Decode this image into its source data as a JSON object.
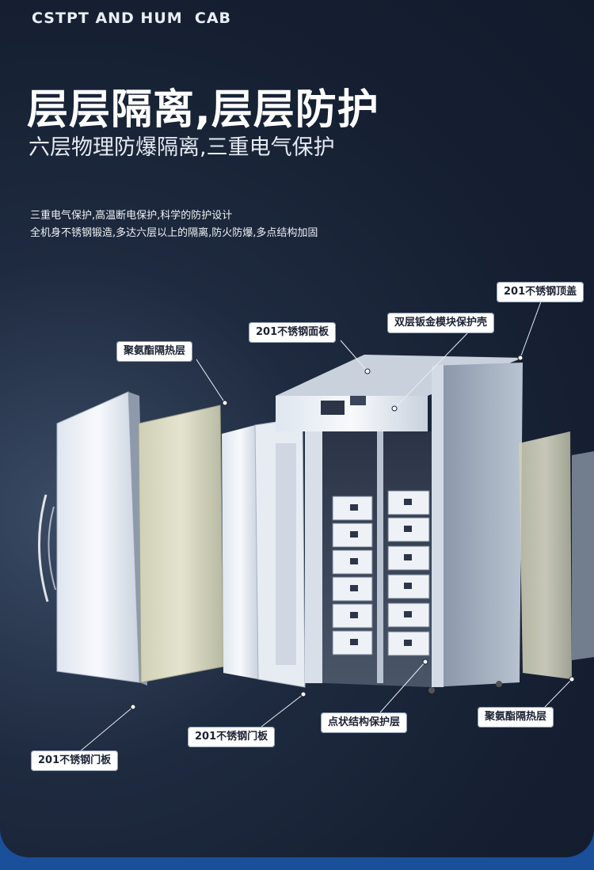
{
  "brand": "CSTPT AND HUM  CAB",
  "headline": "层层隔离,层层防护",
  "subheadline": "六层物理防爆隔离,三重电气保护",
  "description": [
    "三重电气保护,高温断电保护,科学的防护设计",
    "全机身不锈钢锻造,多达六层以上的隔离,防火防爆,多点结构加固"
  ],
  "callouts": {
    "top_cover": "201不锈钢顶盖",
    "module_shell": "双层钣金模块保护壳",
    "face_panel": "201不锈钢面板",
    "insulation_left": "聚氨酯隔热层",
    "door_panel_outer": "201不锈钢门板",
    "door_panel_inner": "201不锈钢门板",
    "dot_structure": "点状结构保护层",
    "insulation_right": "聚氨酯隔热层"
  }
}
